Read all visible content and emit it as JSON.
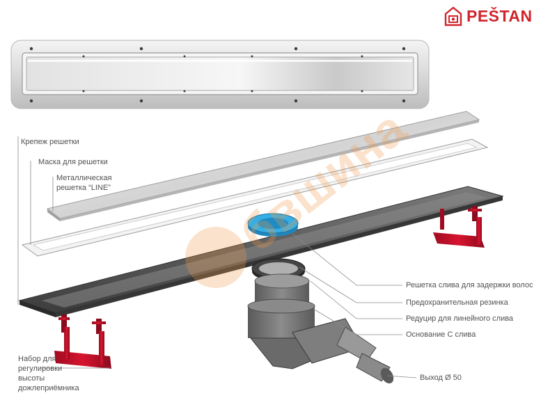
{
  "brand": {
    "name": "PEŠTAN",
    "color": "#d0242b"
  },
  "watermark": {
    "text": "бвшина",
    "color": "#f29a4a"
  },
  "labels": {
    "grate_fastener": "Крепеж решетки",
    "grate_mask": "Маска для решетки",
    "metal_grate_1": "Металлическая",
    "metal_grate_2": "решетка “LINE”",
    "hair_strainer": "Решетка слива для задержки волос",
    "safety_gasket": "Предохранительная резинка",
    "reducer": "Редуцир для линейного слива",
    "base": "Основание С слива",
    "outlet": "Выход Ø 50",
    "height_kit_1": "Набор для",
    "height_kit_2": "регулировки",
    "height_kit_3": "высоты",
    "height_kit_4": "дожлеприёмника"
  },
  "colors": {
    "leader_line": "#8a8a8a",
    "steel_light": "#e8e8e8",
    "steel_dark": "#4a4a4a",
    "legs": "#c8102e",
    "strainer": "#2a9fd6"
  }
}
